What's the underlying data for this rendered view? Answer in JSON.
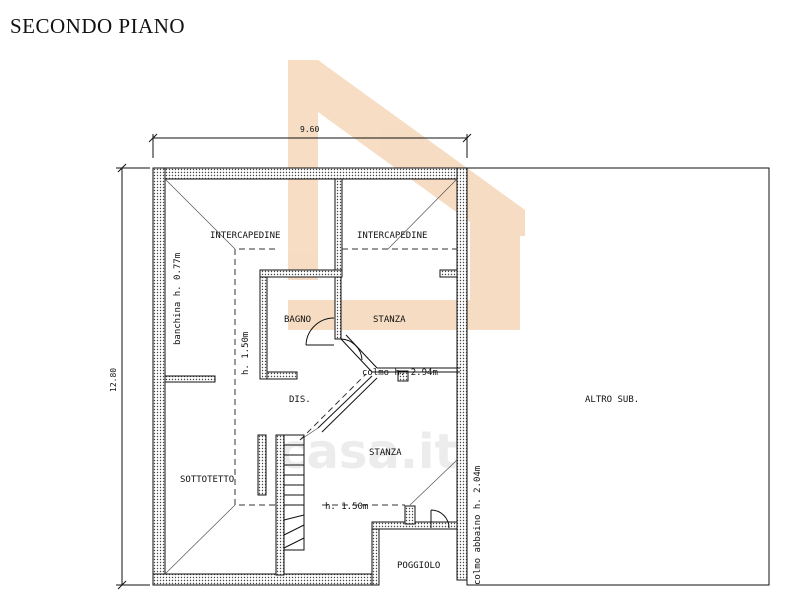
{
  "title": "SECONDO PIANO",
  "dimensions": {
    "width": "9.60",
    "height": "12.80"
  },
  "rooms": {
    "intercapedine_left": "INTERCAPEDINE",
    "intercapedine_right": "INTERCAPEDINE",
    "bagno": "BAGNO",
    "stanza_top": "STANZA",
    "dis": "DIS.",
    "stanza_main": "STANZA",
    "sottotetto": "SOTTOTETTO",
    "poggiolo": "POGGIOLO",
    "altro_sub": "ALTRO SUB."
  },
  "annotations": {
    "banchina": "banchina h. 0.77m",
    "h150_vertical": "h. 1.50m",
    "colmo_294": "colmo h. 2.94m",
    "h150_horizontal": "h. 1.50m",
    "colmo_abbaino": "colmo abbaino h. 2.04m"
  },
  "watermark": {
    "brand": "casa.it",
    "color": "#f0c9a0"
  }
}
